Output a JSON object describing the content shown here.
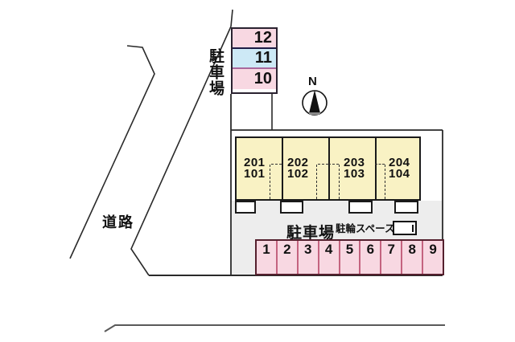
{
  "title": "apartment-site-plan",
  "road": {
    "label": "道路"
  },
  "compass": {
    "label": "N"
  },
  "upper_parking": {
    "label_vertical": "駐車場",
    "spaces": [
      {
        "number": "12",
        "color": "#F8D8E2"
      },
      {
        "number": "11",
        "color": "#CDE9F6"
      },
      {
        "number": "10",
        "color": "#F8D8E2"
      }
    ]
  },
  "building": {
    "color": "#F9F2C4",
    "units": [
      {
        "upper": "201",
        "lower": "101"
      },
      {
        "upper": "202",
        "lower": "102"
      },
      {
        "upper": "203",
        "lower": "103"
      },
      {
        "upper": "204",
        "lower": "104"
      }
    ]
  },
  "lower_parking": {
    "label": "駐車場",
    "color": "#F8D8E2",
    "spaces": [
      "1",
      "2",
      "3",
      "4",
      "5",
      "6",
      "7",
      "8",
      "9"
    ]
  },
  "bicycle": {
    "label": "駐輪スペース"
  },
  "colors": {
    "yard_gray": "#EDEDED",
    "stall_pink": "#F8D8E2",
    "stall_blue": "#CDE9F6",
    "building_yellow": "#F9F2C4",
    "stall_border_rose": "#C4637F",
    "line_black": "#2A2A2A"
  }
}
